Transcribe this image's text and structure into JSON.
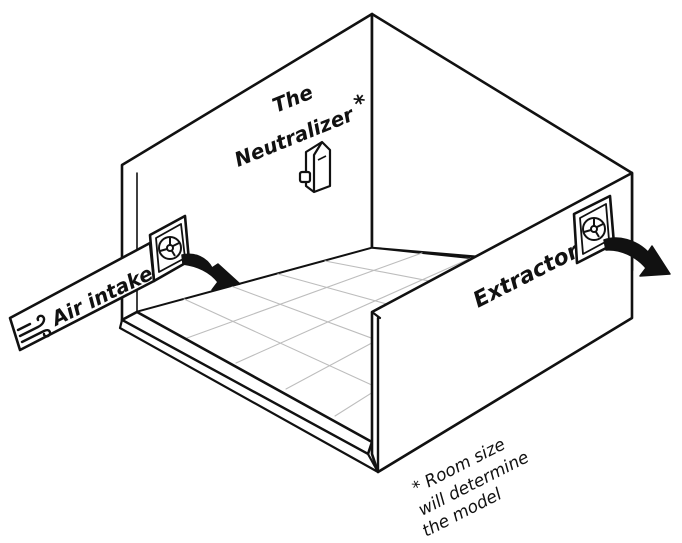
{
  "labels": {
    "neutralizer_line1": "The",
    "neutralizer_line2": "Neutralizer",
    "neutralizer_marker": "*",
    "air_intake": "Air intake",
    "extractor": "Extractor",
    "note_line1": "* Room size",
    "note_line2": "will  determine",
    "note_line3": "the model"
  },
  "colors": {
    "ink": "#111111",
    "wall": "#ffffff",
    "floor_grid": "#bdbdbd"
  },
  "icons": [
    "air-intake-fan-icon",
    "extractor-fan-icon",
    "wind-icon",
    "neutralizer-device-icon"
  ]
}
